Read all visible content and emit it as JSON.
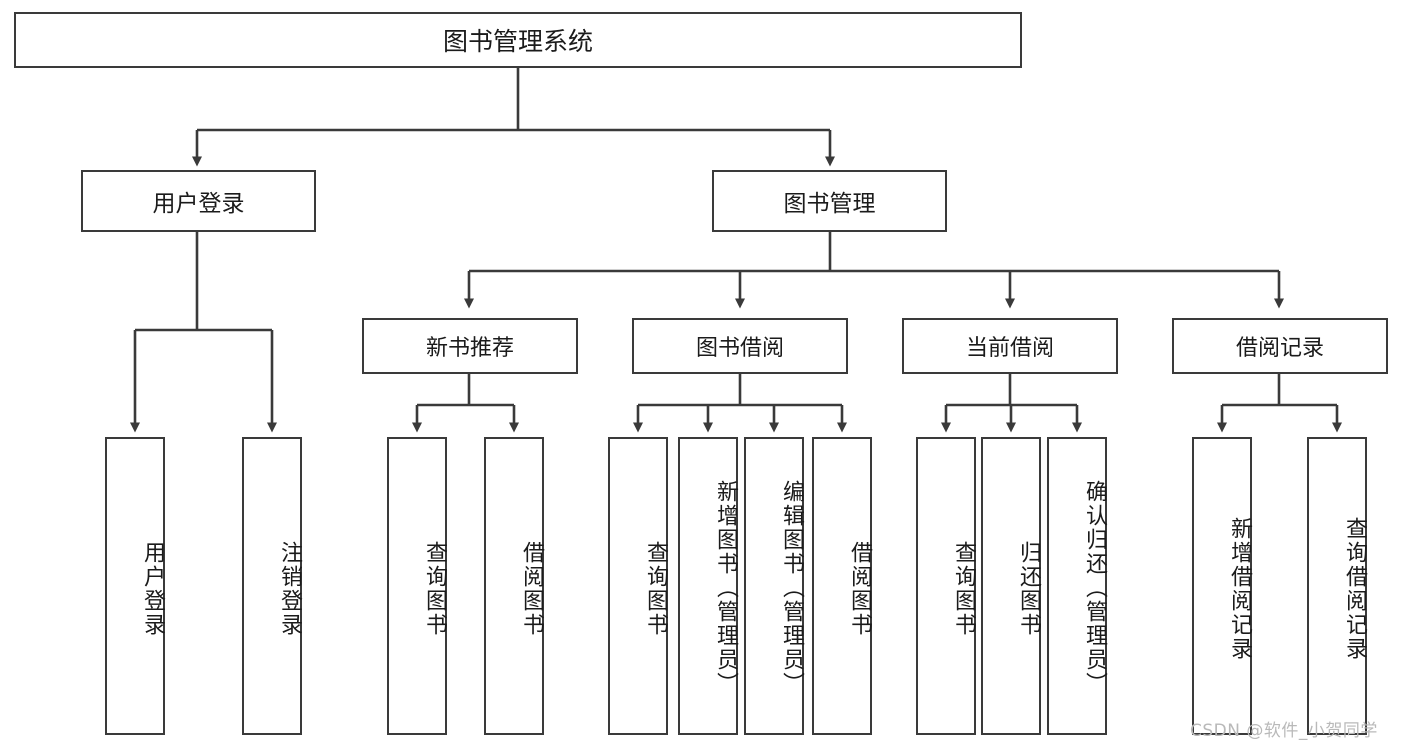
{
  "diagram": {
    "type": "tree-hierarchy",
    "title": "图书管理系统",
    "watermark": "CSDN @软件_小贺同学",
    "colors": {
      "box_border": "#3a3a3a",
      "box_fill": "#ffffff",
      "connector": "#3a3a3a",
      "text": "#1b1b1b",
      "watermark": "#b9b9b9"
    },
    "nodes": {
      "root": {
        "label": "图书管理系统"
      },
      "level2": [
        {
          "id": "user-login",
          "label": "用户登录"
        },
        {
          "id": "book-manage",
          "label": "图书管理"
        }
      ],
      "level3": [
        {
          "id": "new-book-recommend",
          "label": "新书推荐"
        },
        {
          "id": "book-borrow",
          "label": "图书借阅"
        },
        {
          "id": "current-borrow",
          "label": "当前借阅"
        },
        {
          "id": "borrow-record",
          "label": "借阅记录"
        }
      ],
      "leaves": {
        "user_login": [
          {
            "id": "leaf-user-login",
            "label": "用户登录"
          },
          {
            "id": "leaf-logout-login",
            "label": "注销登录"
          }
        ],
        "new_book_recommend": [
          {
            "id": "leaf-query-book-1",
            "label": "查询图书"
          },
          {
            "id": "leaf-borrow-book-1",
            "label": "借阅图书"
          }
        ],
        "book_borrow": [
          {
            "id": "leaf-query-book-2",
            "label": "查询图书"
          },
          {
            "id": "leaf-add-book",
            "label": "新增图书（管理员）"
          },
          {
            "id": "leaf-edit-book",
            "label": "编辑图书（管理员）"
          },
          {
            "id": "leaf-borrow-book-2",
            "label": "借阅图书"
          }
        ],
        "current_borrow": [
          {
            "id": "leaf-query-book-3",
            "label": "查询图书"
          },
          {
            "id": "leaf-return-book",
            "label": "归还图书"
          },
          {
            "id": "leaf-confirm-return",
            "label": "确认归还（管理员）"
          }
        ],
        "borrow_record": [
          {
            "id": "leaf-add-record",
            "label": "新增借阅记录"
          },
          {
            "id": "leaf-query-record",
            "label": "查询借阅记录"
          }
        ]
      }
    }
  }
}
